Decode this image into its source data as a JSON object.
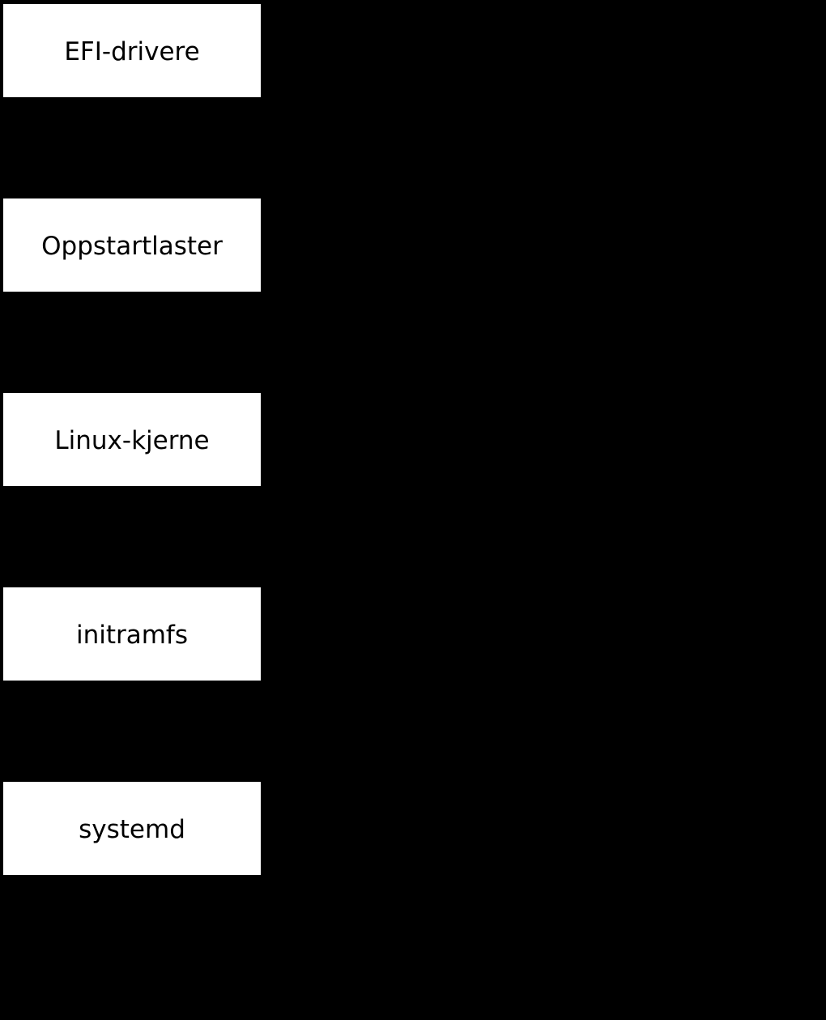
{
  "diagram": {
    "type": "flowchart",
    "orientation": "top-down",
    "background_color": "#000000",
    "node_fill_color": "#ffffff",
    "node_text_color": "#000000",
    "nodes": [
      {
        "label": "EFI-drivere"
      },
      {
        "label": "Oppstartlaster"
      },
      {
        "label": "Linux-kjerne"
      },
      {
        "label": "initramfs"
      },
      {
        "label": "systemd"
      }
    ]
  }
}
